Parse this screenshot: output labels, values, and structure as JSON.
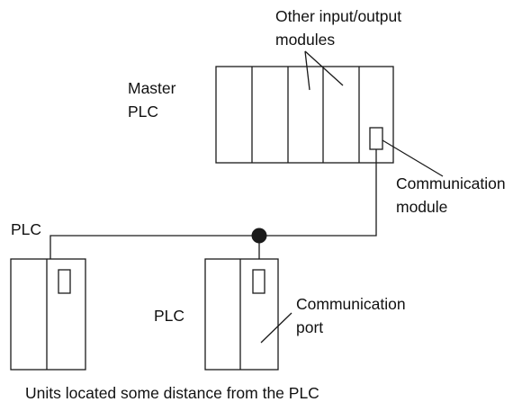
{
  "labels": {
    "other_modules_line1": "Other input/output",
    "other_modules_line2": "modules",
    "master_line1": "Master",
    "master_line2": "PLC",
    "comm_module_line1": "Communication",
    "comm_module_line2": "module",
    "plc_left": "PLC",
    "plc_middle": "PLC",
    "comm_port_line1": "Communication",
    "comm_port_line2": "port",
    "caption": "Units located some distance from the PLC"
  },
  "colors": {
    "line": "#1a1a1a",
    "text": "#111111",
    "background": "#ffffff"
  }
}
